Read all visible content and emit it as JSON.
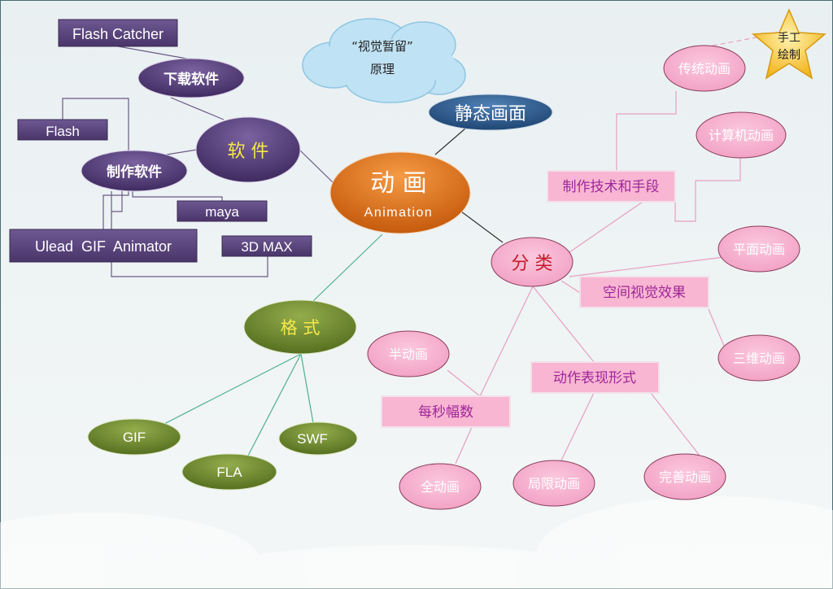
{
  "colors": {
    "purple": "#4f3a72",
    "orange": "#e0741a",
    "blue": "#2b5a8c",
    "pink": "#f6b3cf",
    "green": "#6f8b2f",
    "star": "#f5c02c"
  },
  "cloud": {
    "line1": "“视觉暂留”",
    "line2": "原理"
  },
  "center": {
    "title": "动 画",
    "subtitle": "Animation"
  },
  "still": {
    "label": "静态画面"
  },
  "software": {
    "label": "软 件",
    "download": {
      "label": "下载软件",
      "items": [
        "Flash Catcher"
      ]
    },
    "make": {
      "label": "制作软件",
      "items": [
        "Flash",
        "maya",
        "Ulead  GIF  Animator",
        "3D MAX"
      ]
    }
  },
  "format": {
    "label": "格 式",
    "items": [
      "GIF",
      "FLA",
      "SWF"
    ]
  },
  "category": {
    "label": "分 类",
    "technique": {
      "label": "制作技术和手段",
      "items": [
        "传统动画",
        "计算机动画"
      ]
    },
    "space": {
      "label": "空间视觉效果",
      "items": [
        "平面动画",
        "三维动画"
      ]
    },
    "fps": {
      "label": "每秒幅数",
      "items": [
        "半动画",
        "全动画"
      ]
    },
    "action": {
      "label": "动作表现形式",
      "items": [
        "局限动画",
        "完善动画"
      ]
    }
  },
  "star": {
    "line1": "手工",
    "line2": "绘制"
  }
}
